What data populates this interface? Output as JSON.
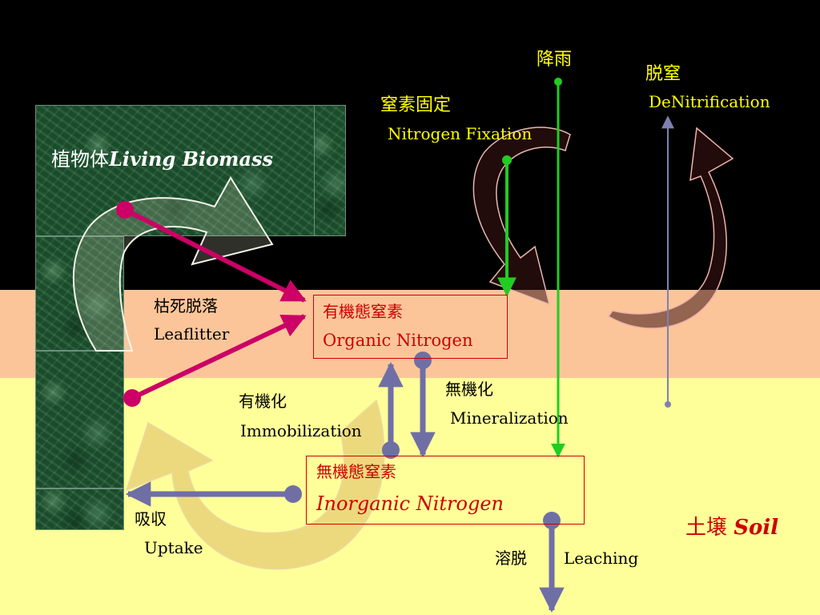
{
  "colors": {
    "sky": "#000000",
    "litter_layer": "#fcc599",
    "soil": "#ffff99",
    "magenta_arrow": "#cc0066",
    "purple_arrow": "#6f6fa6",
    "green_arrow": "#22cc22",
    "yellow_text": "#ffff00",
    "white_text": "#ffffff",
    "red_text": "#cc0000"
  },
  "labels": {
    "biomass_jp": "植物体",
    "biomass_en": "Living Biomass",
    "rain": "降雨",
    "fixation_jp": "窒素固定",
    "fixation_en": "Nitrogen Fixation",
    "denit_jp": "脱窒",
    "denit_en": "DeNitrification",
    "leaf_jp": "枯死脱落",
    "leaf_en": "Leaflitter",
    "organic_jp": "有機態窒素",
    "organic_en": "Organic Nitrogen",
    "immob_jp": "有機化",
    "immob_en": "Immobilization",
    "mineral_jp": "無機化",
    "mineral_en": "Mineralization",
    "inorganic_jp": "無機態窒素",
    "inorganic_en": "Inorganic Nitrogen",
    "uptake_jp": "吸収",
    "uptake_en": "Uptake",
    "leach_jp": "溶脱",
    "leach_en": "Leaching",
    "soil_jp": "土壌",
    "soil_en": "Soil"
  },
  "icons": [
    "plant-biomass-texture",
    "cycle-arrow",
    "flow-arrow"
  ]
}
